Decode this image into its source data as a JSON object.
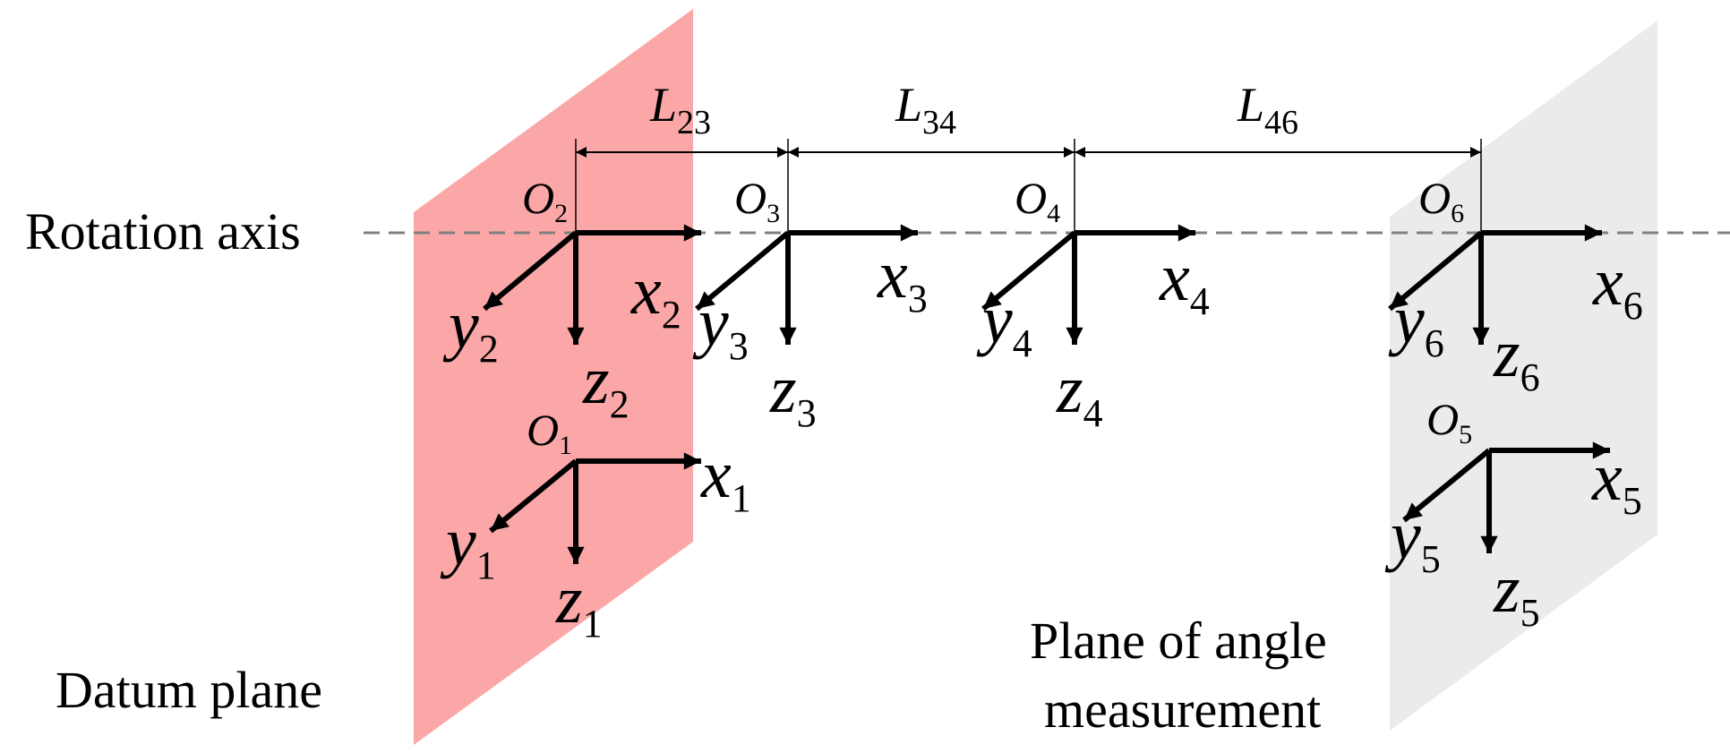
{
  "labels": {
    "rotation_axis": "Rotation axis",
    "datum_plane": "Datum plane",
    "measure_plane_line1": "Plane of angle",
    "measure_plane_line2": "measurement"
  },
  "dimensions": [
    {
      "letter": "L",
      "sub": "23"
    },
    {
      "letter": "L",
      "sub": "34"
    },
    {
      "letter": "L",
      "sub": "46"
    }
  ],
  "frames": [
    {
      "id": "2",
      "origin": "O",
      "x": "x",
      "y": "y",
      "z": "z",
      "sub": "2"
    },
    {
      "id": "3",
      "origin": "O",
      "x": "x",
      "y": "y",
      "z": "z",
      "sub": "3"
    },
    {
      "id": "4",
      "origin": "O",
      "x": "x",
      "y": "y",
      "z": "z",
      "sub": "4"
    },
    {
      "id": "6",
      "origin": "O",
      "x": "x",
      "y": "y",
      "z": "z",
      "sub": "6"
    },
    {
      "id": "1",
      "origin": "O",
      "x": "x",
      "y": "y",
      "z": "z",
      "sub": "1"
    },
    {
      "id": "5",
      "origin": "O",
      "x": "x",
      "y": "y",
      "z": "z",
      "sub": "5"
    }
  ],
  "colors": {
    "datum_plane": "#fca7a7",
    "measure_plane": "#ebebeb",
    "axis_line": "#808080",
    "ink": "#000000"
  }
}
